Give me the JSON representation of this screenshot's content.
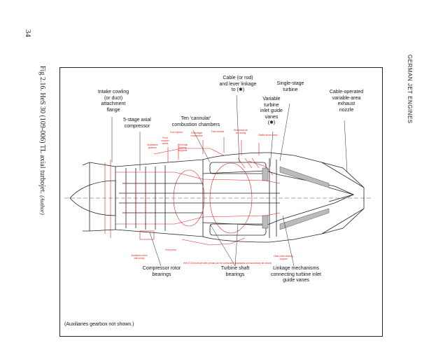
{
  "page": {
    "number": "34",
    "running_head": "GERMAN JET ENGINES"
  },
  "caption": {
    "text": "Fig 2.16. HeS 30 (109-006) TL axial turbojet.",
    "credit": "(Author)"
  },
  "labels": {
    "intake": "Intake cowling\n(or duct)\nattachment\nflange",
    "compressor": "5-stage axial\ncompressor",
    "combustion": "Ten 'cannular'\ncombustion chambers",
    "cable": "Cable (or rod)\nand lever linkage\nto (✱)",
    "variable_vanes": "Variable\nturbine\ninlet guide\nvanes\n(✱)",
    "single_stage": "Single-stage\nturbine",
    "nozzle": "Cable-operated\nvariable-area\nexhaust\nnozzle",
    "rotor_bearings": "Compressor rotor\nbearings",
    "turbine_shaft": "Turbine shaft\nbearings",
    "linkage": "Linkage mechanisms\nconnecting turbine inlet\nguide vanes"
  },
  "red_labels": {
    "auxiliaries_gearbox": "Auxiliaries\ngearbox",
    "front_support": "Front\nsupport\nvanes",
    "fuel_injector": "Fuel injector",
    "centrifugal_compressor": "Centrifugal\ncompressor",
    "front_ball_bearing": "Front ball\nbearing\nsupports",
    "fuel_nozzles": "Fuel nozzles",
    "secondary_air": "Secondary air\nfor mixing",
    "radial_struts": "Radial struts (rear)",
    "fuel_pump": "Fuel pump",
    "aux_drive": "Auxiliaries drive\nwith pump",
    "rear_bearing": "Rear roller bearing\nsupport",
    "bottom_note": "HeS 8 316 turbojet with primary air for combustion (standard and secondary air circuit)"
  },
  "footnote": "(Auxiliaries gearbox not shown.)",
  "colors": {
    "line": "#222222",
    "red": "#e02020",
    "hatch": "#888888"
  }
}
